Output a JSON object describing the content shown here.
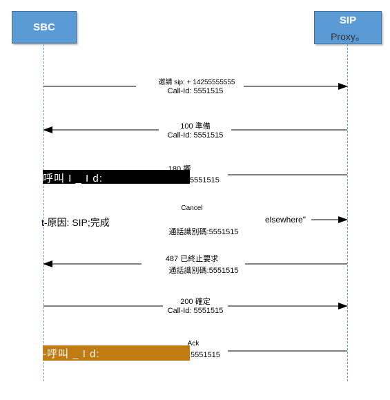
{
  "participants": {
    "sbc": "SBC",
    "sip_line1": "SIP",
    "sip_line2": "Proxy。"
  },
  "messages": [
    {
      "line1": "邀請 sip: + 14255555555",
      "line2": "Call-Id: 5551515",
      "direction": "right"
    },
    {
      "line1": "100 準備",
      "line2": "Call-Id: 5551515",
      "direction": "left"
    },
    {
      "line1": "180 響",
      "line2": "5551515",
      "direction": "left"
    },
    {
      "line1": "Cancel",
      "line2": "通話識別碼:5551515",
      "direction": "right"
    },
    {
      "line1": "487 已終止要求",
      "line2": "通話識別碼:5551515",
      "direction": "left"
    },
    {
      "line1": "200 確定",
      "line2": "Call-Id: 5551515",
      "direction": "right"
    },
    {
      "line1": "Ack",
      "line2": "5551515",
      "direction": "right"
    }
  ],
  "overlays": {
    "bar1_text": "呼叫 I _ I d:",
    "reason_text": "t-原因: SIP;完成",
    "elsewhere_text": "elsewhere\"",
    "bar2_text": "-呼叫 _ I d:"
  },
  "colors": {
    "participant_fill": "#5b9bd5",
    "lifeline": "#5b9bd5",
    "bar_black": "#000000",
    "bar_orange": "#c07b12"
  }
}
